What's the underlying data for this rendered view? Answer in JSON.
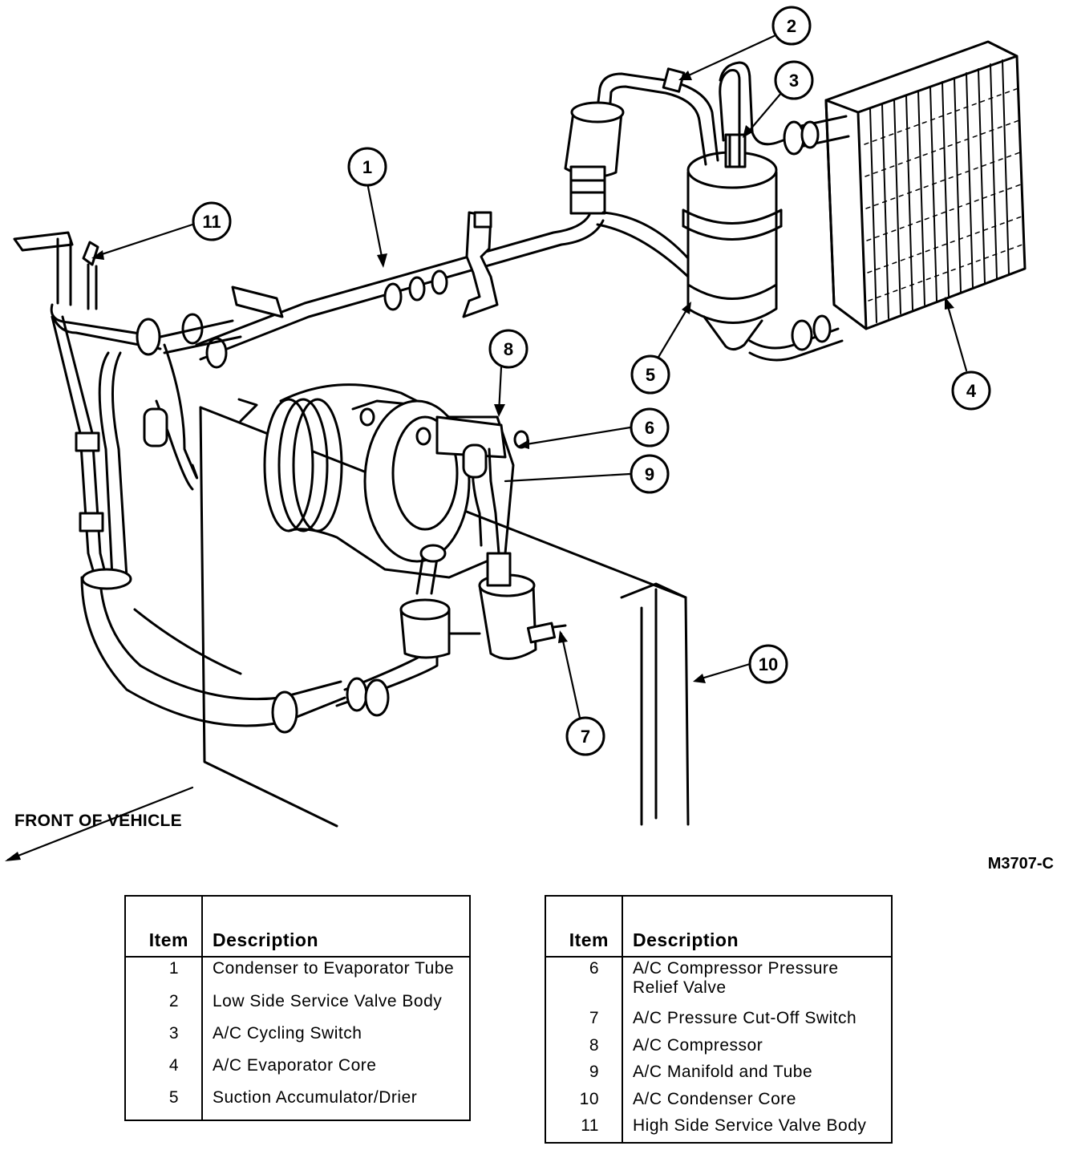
{
  "callouts": [
    "1",
    "2",
    "3",
    "4",
    "5",
    "6",
    "7",
    "8",
    "9",
    "10",
    "11"
  ],
  "front_label": "FRONT OF VEHICLE",
  "figure_id": "M3707-C",
  "legend_header": {
    "item": "Item",
    "description": "Description"
  },
  "legend_left": [
    {
      "item": "1",
      "description": "Condenser to Evaporator Tube"
    },
    {
      "item": "2",
      "description": "Low Side Service Valve Body"
    },
    {
      "item": "3",
      "description": "A/C Cycling Switch"
    },
    {
      "item": "4",
      "description": "A/C Evaporator Core"
    },
    {
      "item": "5",
      "description": "Suction Accumulator/Drier"
    }
  ],
  "legend_right": [
    {
      "item": "6",
      "description": "A/C Compressor Pressure Relief Valve"
    },
    {
      "item": "7",
      "description": "A/C Pressure Cut-Off Switch"
    },
    {
      "item": "8",
      "description": "A/C Compressor"
    },
    {
      "item": "9",
      "description": "A/C Manifold and Tube"
    },
    {
      "item": "10",
      "description": "A/C Condenser Core"
    },
    {
      "item": "11",
      "description": "High Side Service Valve Body"
    }
  ]
}
